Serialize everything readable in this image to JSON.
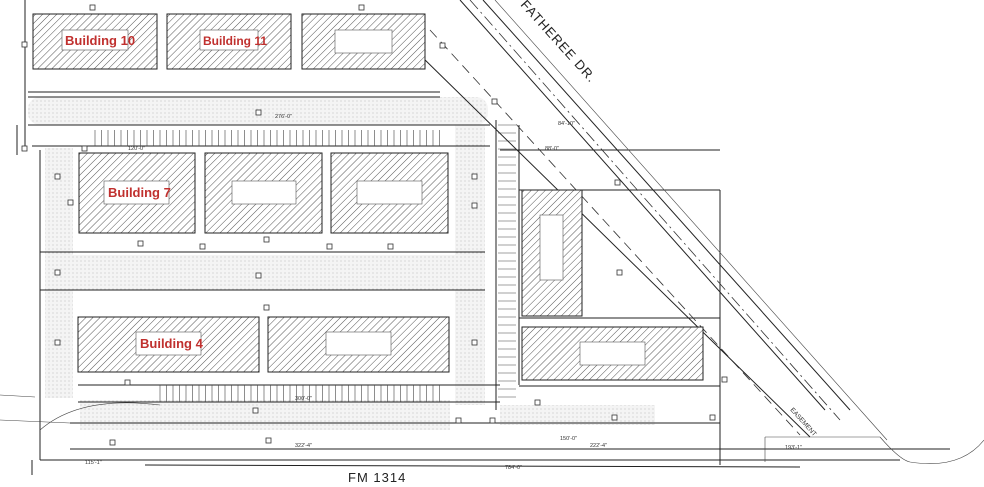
{
  "buildings": {
    "b10": "Building 10",
    "b11": "Building 11",
    "b7": "Building 7",
    "b4": "Building 4"
  },
  "roads": {
    "east": "FATHEREE DR.",
    "south": "FM 1314"
  },
  "easement": "EASEMENT",
  "dimensions": {
    "top_drive": "276'-0\"",
    "b4_drive": "300'-0\"",
    "south_left": "322'-4\"",
    "south_mid": "222'-4\"",
    "south_right": "150'-0\"",
    "south_far": "193'-1\"",
    "frontage": "784'-0\"",
    "west_frontage": "115'-1\"",
    "b7_width": "120'-0\"",
    "right_width": "88'-0\"",
    "right_width2": "84'-10\""
  },
  "colors": {
    "building_label": "#c0302e",
    "linework": "#222222"
  }
}
